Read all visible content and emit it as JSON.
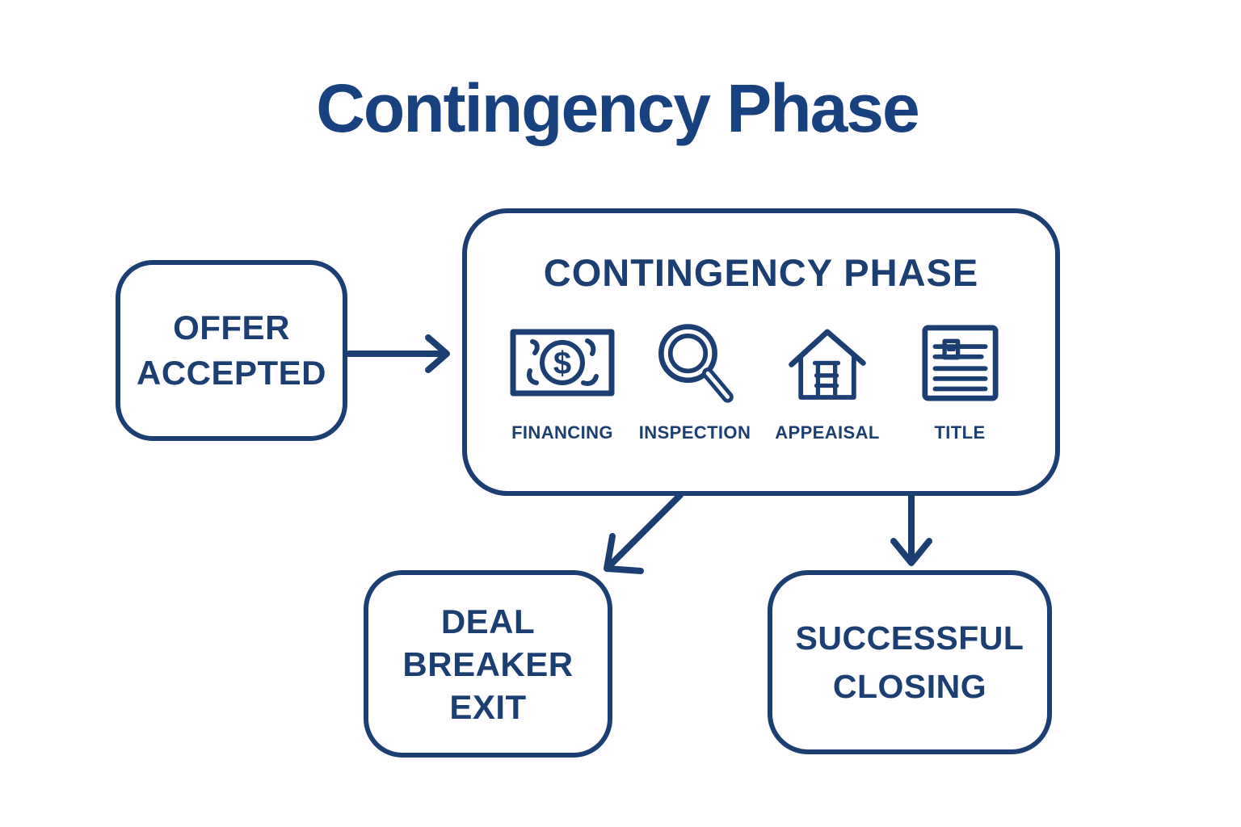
{
  "title": "Contingency Phase",
  "colors": {
    "navy": "#1b3e73",
    "title_navy": "#17417f",
    "background": "#ffffff"
  },
  "flow": {
    "offer": {
      "line1": "OFFER",
      "line2": "ACCEPTED"
    },
    "contingency": {
      "heading": "CONTINGENCY PHASE",
      "items": [
        {
          "label": "FINANCING",
          "icon": "money-bill-icon"
        },
        {
          "label": "INSPECTION",
          "icon": "magnifying-glass-icon"
        },
        {
          "label": "APPEAISAL",
          "icon": "house-icon"
        },
        {
          "label": "TITLE",
          "icon": "document-icon"
        }
      ]
    },
    "deal_breaker": {
      "line1": "DEAL",
      "line2": "BREAKER",
      "line3": "EXIT"
    },
    "closing": {
      "line1": "SUCCESSFUL",
      "line2": "CLOSING"
    }
  }
}
